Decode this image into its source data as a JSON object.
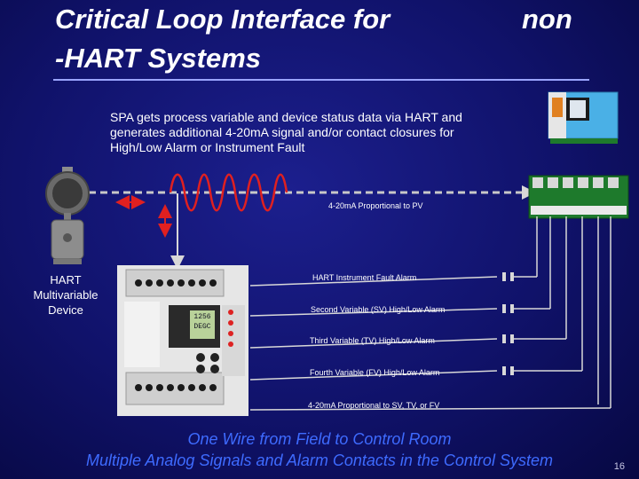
{
  "title": {
    "line1": "Critical Loop Interface for",
    "word_non": "non",
    "line2": "-HART Systems"
  },
  "description": "SPA gets process variable and device status data via HART and generates additional 4-20mA signal and/or contact closures for High/Low Alarm or Instrument Fault",
  "field_device": {
    "label_lines": [
      "HART",
      "Multivariable",
      "Device"
    ]
  },
  "spa_display": {
    "line1": "1256",
    "line2": "DEGC"
  },
  "signals": {
    "pv_loop": "4-20mA Proportional to PV",
    "alarm_fault": "HART Instrument Fault Alarm",
    "alarm_sv": "Second Variable (SV) High/Low Alarm",
    "alarm_tv": "Third Variable (TV) High/Low Alarm",
    "alarm_fv": "Fourth Variable (FV) High/Low Alarm",
    "analog_out": "4-20mA Proportional to SV, TV, or FV"
  },
  "footer": {
    "line1": "One Wire from Field to Control Room",
    "line2": "Multiple Analog Signals and Alarm Contacts in the Control System"
  },
  "page_number": "16",
  "colors": {
    "background": "#10126a",
    "footer_text": "#3e6bff",
    "dashed_wire": "#c8c8c8",
    "double_arrow": "#e02020",
    "sine_wave": "#e02020",
    "control_system_pcb": "#1e7a2c"
  },
  "icons": [
    "hart-transmitter-icon",
    "spa-module-icon",
    "control-system-computer-icon",
    "io-card-rack-icon",
    "relay-contact-icon",
    "double-arrow-icon",
    "hart-sine-wave-icon"
  ]
}
